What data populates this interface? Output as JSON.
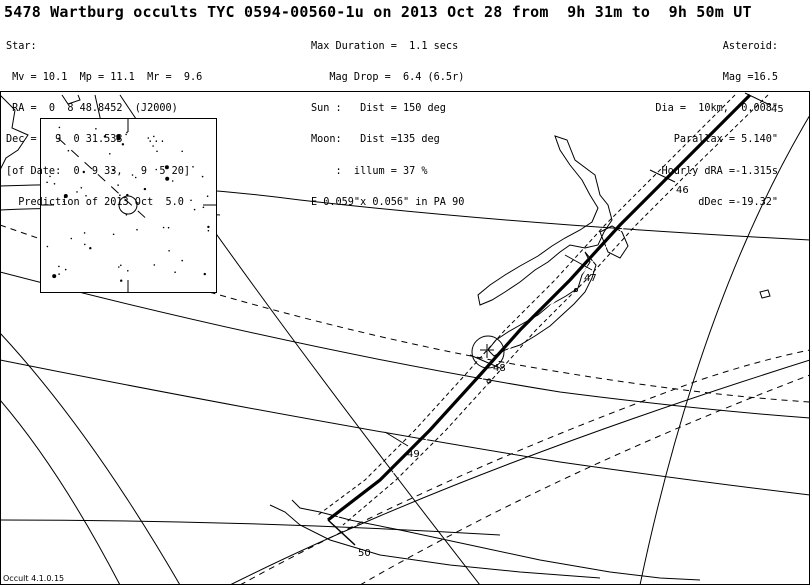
{
  "title": "5478 Wartburg occults TYC 0594-00560-1u on 2013 Oct 28 from  9h 31m to  9h 50m UT",
  "star_block": [
    "Star:",
    " Mv = 10.1  Mp = 11.1  Mr =  9.6",
    " RA =  0  8 48.8452  (J2000)",
    "Dec =   9  0 31.533    ...",
    "[of Date:  0  9 33,   9  5 20]",
    "  Prediction of 2013 Oct  5.0"
  ],
  "event_block": [
    "Max Duration =  1.1 secs",
    "   Mag Drop =  6.4 (6.5r)",
    "Sun :   Dist = 150 deg",
    "Moon:   Dist =135 deg",
    "    :  illum = 37 %",
    "E 0.059\"x 0.056\" in PA 90"
  ],
  "asteroid_block": [
    "Asteroid:",
    "Mag =16.5",
    "Dia =  10km,  0.008\"",
    "Parallax = 5.140\"",
    "Hourly dRA =-1.315s",
    "dDec =-19.32\""
  ],
  "time_ticks": [
    "45",
    "46",
    "47",
    "48",
    "49",
    "50"
  ],
  "footer": "Occult 4.1.0.15"
}
